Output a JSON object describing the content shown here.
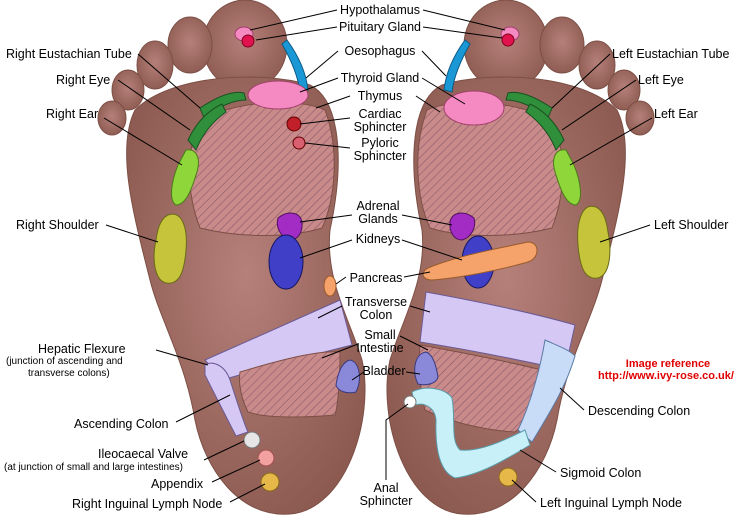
{
  "labels": {
    "hypothalamus": "Hypothalamus",
    "pituitary_gland": "Pituitary Gland",
    "oesophagus": "Oesophagus",
    "thyroid_gland": "Thyroid Gland",
    "thymus": "Thymus",
    "cardiac_sphincter_1": "Cardiac",
    "cardiac_sphincter_2": "Sphincter",
    "pyloric_sphincter_1": "Pyloric",
    "pyloric_sphincter_2": "Sphincter",
    "adrenal_glands_1": "Adrenal",
    "adrenal_glands_2": "Glands",
    "kidneys": "Kidneys",
    "pancreas": "Pancreas",
    "transverse_colon_1": "Transverse",
    "transverse_colon_2": "Colon",
    "small_intestine_1": "Small",
    "small_intestine_2": "Intestine",
    "bladder": "Bladder",
    "anal_sphincter_1": "Anal",
    "anal_sphincter_2": "Sphincter",
    "right_eustachian_tube": "Right Eustachian Tube",
    "right_eye": "Right Eye",
    "right_ear": "Right Ear",
    "right_shoulder": "Right Shoulder",
    "hepatic_flexure": "Hepatic Flexure",
    "hepatic_flexure_note_1": "(junction of ascending and",
    "hepatic_flexure_note_2": "transverse colons)",
    "ascending_colon": "Ascending Colon",
    "ileocaecal_valve": "Ileocaecal Valve",
    "ileocaecal_valve_note": "(at junction of small and large intestines)",
    "appendix": "Appendix",
    "right_inguinal_lymph_node": "Right Inguinal Lymph Node",
    "left_eustachian_tube": "Left Eustachian Tube",
    "left_eye": "Left Eye",
    "left_ear": "Left Ear",
    "left_shoulder": "Left Shoulder",
    "descending_colon": "Descending Colon",
    "sigmoid_colon": "Sigmoid Colon",
    "left_inguinal_lymph_node": "Left Inguinal Lymph Node"
  },
  "credit": {
    "line1": "Image reference",
    "line2": "http://www.ivy-rose.co.uk/"
  },
  "colors": {
    "skin": "#a46f62",
    "skin_dark": "#7d4f45",
    "pink": "#f58ac2",
    "red": "#e0134e",
    "blue": "#1a98d6",
    "green_dark": "#2f8f3a",
    "green_light": "#8fd63a",
    "yellow": "#c6c43a",
    "purple": "#a32cc4",
    "kidney_blue": "#3f3fc8",
    "orange": "#f5a36a",
    "lavender": "#d6c8f5",
    "light_blue": "#c8dcf8",
    "cyan": "#c8f0f8",
    "reference_red": "#e00000"
  }
}
